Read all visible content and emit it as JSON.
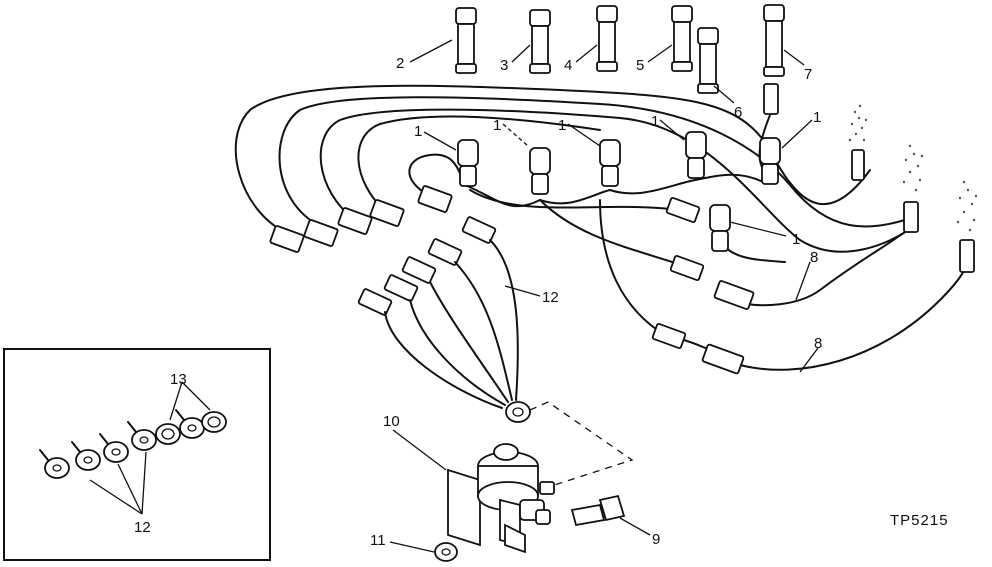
{
  "diagram": {
    "drawing_code": "TP5215",
    "callouts": {
      "c1": "1",
      "c2": "2",
      "c3": "3",
      "c4": "4",
      "c5": "5",
      "c6": "6",
      "c7": "7",
      "c8": "8",
      "c9": "9",
      "c10": "10",
      "c11": "11",
      "c12": "12",
      "c13": "13"
    }
  }
}
